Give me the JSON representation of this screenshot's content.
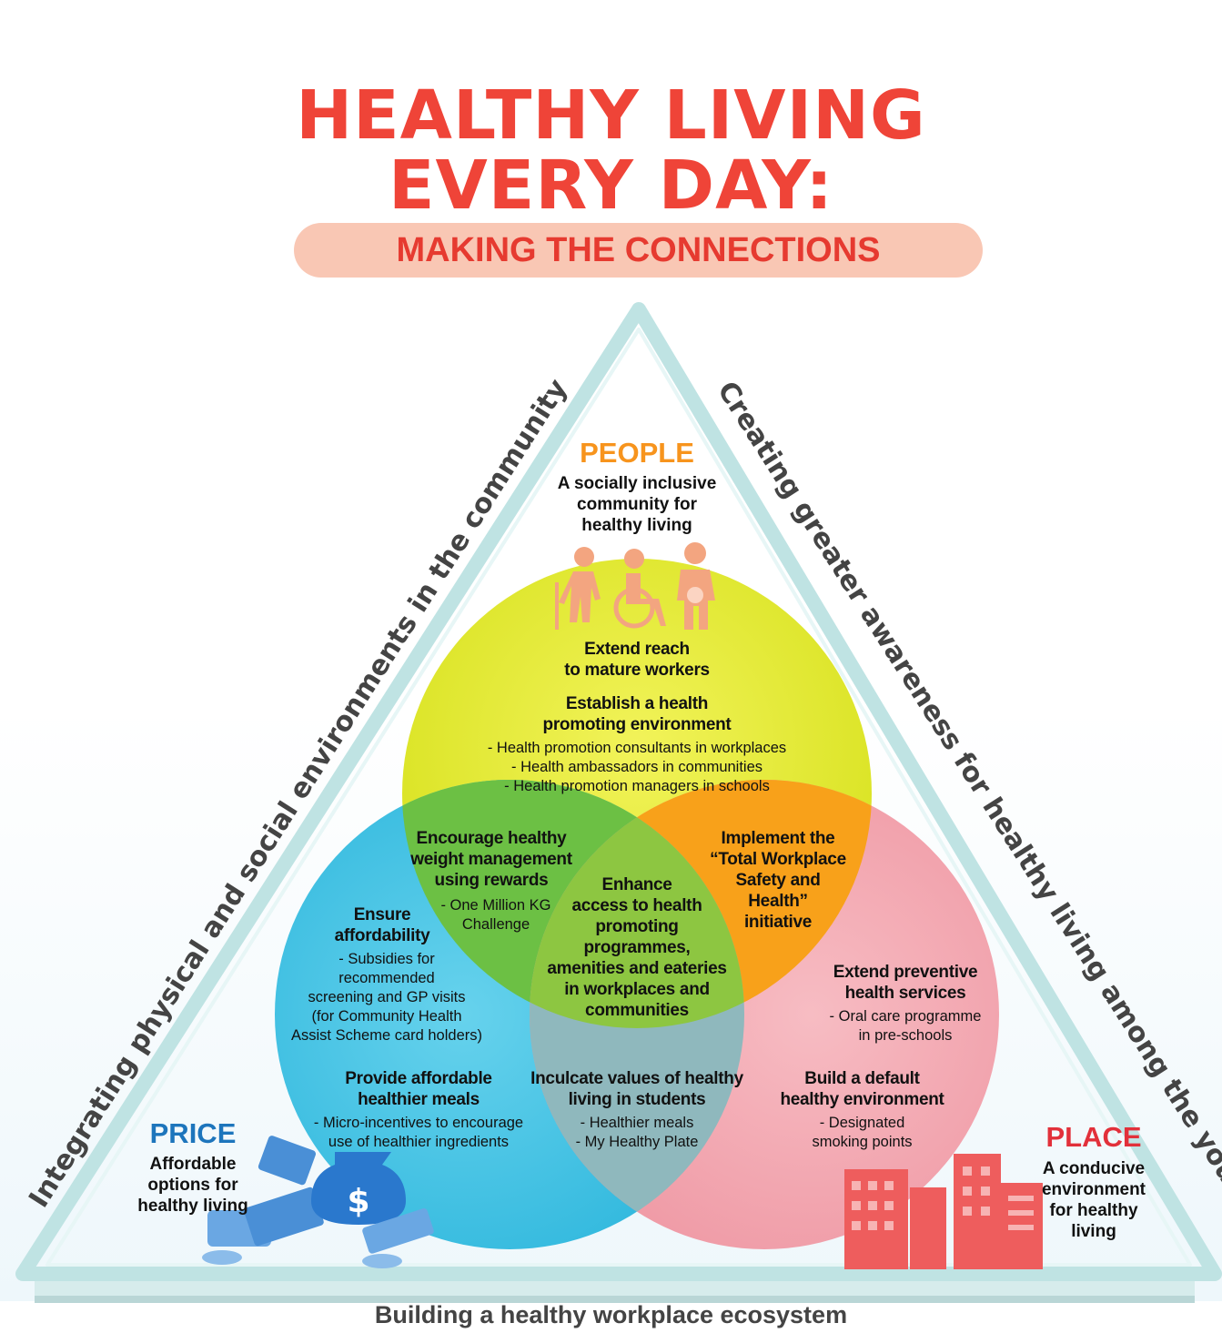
{
  "title": {
    "line1": "HEALTHY LIVING",
    "line2": "EVERY DAY:",
    "subtitle": "MAKING THE CONNECTIONS"
  },
  "sides": {
    "left": "Integrating physical and social environments in the community",
    "right": "Creating greater awareness for healthy living among the young",
    "bottom": "Building a healthy workplace ecosystem"
  },
  "people": {
    "label": "PEOPLE",
    "desc": [
      "A socially inclusive",
      "community for",
      "healthy living"
    ],
    "color": "#f7941d"
  },
  "price": {
    "label": "PRICE",
    "desc": [
      "Affordable",
      "options for",
      "healthy living"
    ],
    "color": "#1d75bc"
  },
  "place": {
    "label": "PLACE",
    "desc": [
      "A conducive",
      "environment",
      "for healthy",
      "living"
    ],
    "color": "#e2303a"
  },
  "circles": {
    "top": {
      "heading1": [
        "Extend reach",
        "to mature workers"
      ],
      "heading2": [
        "Establish a health",
        "promoting environment"
      ],
      "items": [
        "- Health promotion consultants in workplaces",
        "- Health ambassadors in communities",
        "- Health promotion managers in schools"
      ]
    },
    "top_left": {
      "heading": [
        "Encourage healthy",
        "weight management",
        "using rewards"
      ],
      "items": [
        "- One Million KG",
        "Challenge"
      ]
    },
    "top_right": {
      "heading": [
        "Implement the",
        "“Total Workplace",
        "Safety and",
        "Health”",
        "initiative"
      ]
    },
    "center": {
      "heading": [
        "Enhance",
        "access to health",
        "promoting",
        "programmes,",
        "amenities and eateries",
        "in workplaces and",
        "communities"
      ]
    },
    "left": {
      "heading1": [
        "Ensure",
        "affordability"
      ],
      "items1": [
        "- Subsidies for",
        "recommended",
        "screening and GP visits",
        "(for Community Health",
        "Assist Scheme card holders)"
      ],
      "heading2": [
        "Provide affordable",
        "healthier meals"
      ],
      "items2": [
        "- Micro-incentives to encourage",
        "use of healthier ingredients"
      ]
    },
    "bottom": {
      "heading": [
        "Inculcate values of healthy",
        "living in students"
      ],
      "items": [
        "- Healthier meals",
        "- My Healthy Plate"
      ]
    },
    "right": {
      "heading1": [
        "Extend preventive",
        "health services"
      ],
      "items1": [
        "- Oral care programme",
        "in pre-schools"
      ],
      "heading2": [
        "Build a default",
        "healthy environment"
      ],
      "items2": [
        "- Designated",
        "smoking points"
      ]
    }
  },
  "colors": {
    "yellow": "#e4ea2a",
    "blue": "#2cbbe0",
    "pink": "#f29ba5",
    "green": "#7cc242",
    "orange": "#f7a21b",
    "triangle": "#bfe3e3"
  },
  "icons": {
    "people": "people-with-disabilities-icon",
    "price": "money-icon",
    "place": "buildings-icon"
  }
}
